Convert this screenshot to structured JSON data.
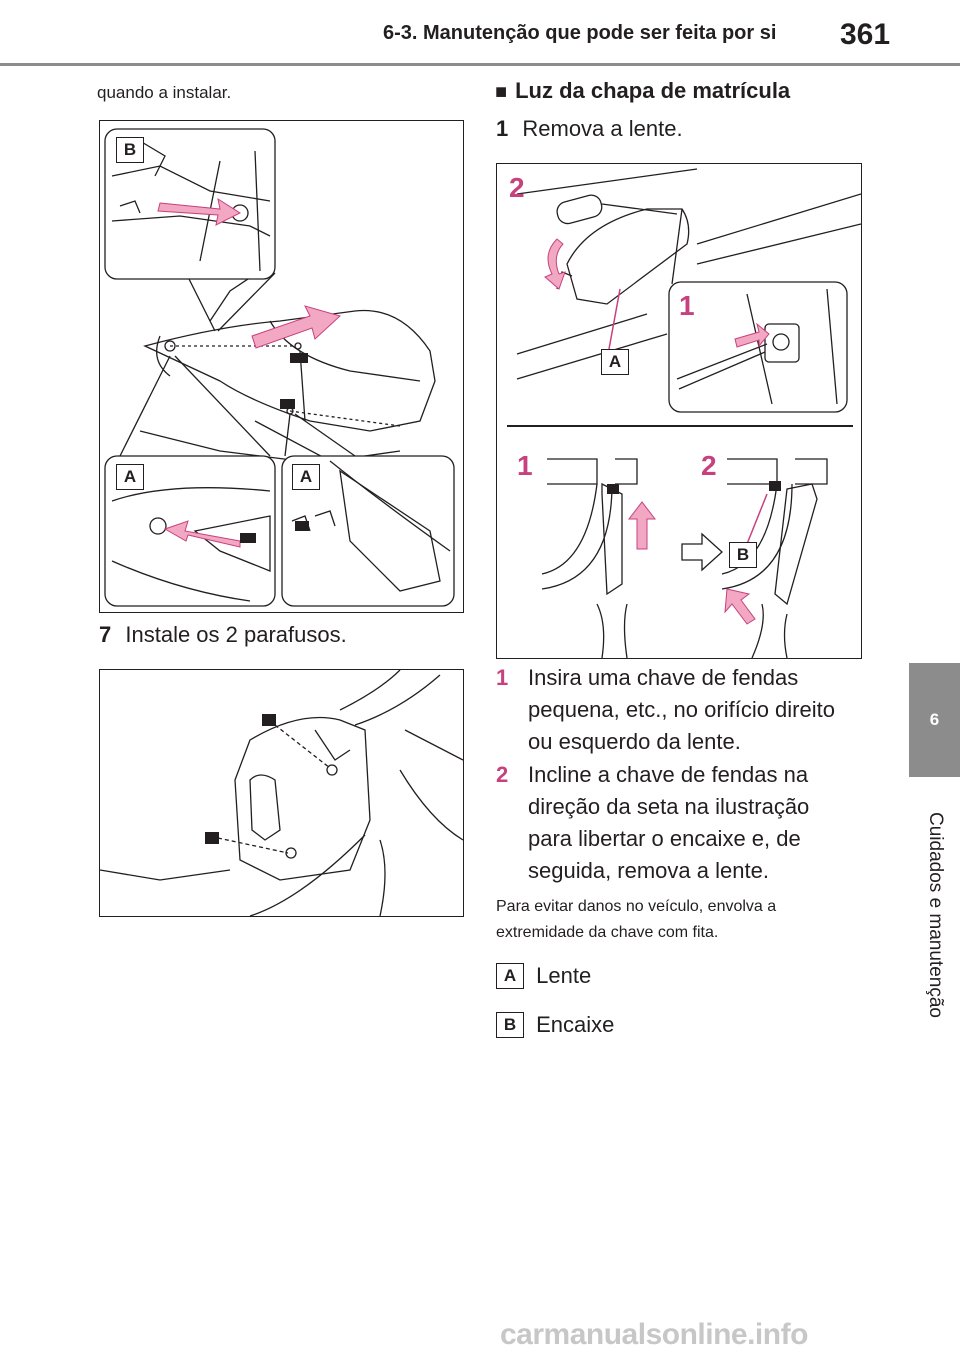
{
  "header": {
    "section": "6-3. Manutenção que pode ser feita por si",
    "page": "361"
  },
  "side": {
    "tab_number": "6",
    "label": "Cuidados e manutenção"
  },
  "left": {
    "intro": "quando a instalar.",
    "fig1_labels": [
      "B",
      "A",
      "A"
    ],
    "step7_num": "7",
    "step7_text": "Instale os 2 parafusos."
  },
  "right": {
    "heading_marker": "■",
    "heading": "Luz da chapa de matrícula",
    "step1_num": "1",
    "step1_text": "Remova a lente.",
    "fig3": {
      "num_top": "2",
      "num_inset": "1",
      "label_a": "A",
      "num_bottom_left": "1",
      "num_bottom_right": "2",
      "label_b": "B"
    },
    "sub1_num": "1",
    "sub1_lines": [
      "Insira uma chave de fendas",
      "pequena, etc., no orifício direito",
      "ou esquerdo da lente."
    ],
    "sub2_num": "2",
    "sub2_lines": [
      "Incline a chave de fendas na",
      "direção da seta na ilustração",
      "para libertar o encaixe e, de",
      "seguida, remova a lente."
    ],
    "note_lines": [
      "Para evitar danos no veículo, envolva a",
      "extremidade da chave com fita."
    ],
    "legend": [
      {
        "key": "A",
        "text": "Lente"
      },
      {
        "key": "B",
        "text": "Encaixe"
      }
    ]
  },
  "footer": {
    "watermark": "carmanualsonline.info"
  },
  "colors": {
    "accent_pink": "#c8417f",
    "arrow_pink": "#f2a7c3",
    "gray_tab": "#8c8c8c"
  }
}
